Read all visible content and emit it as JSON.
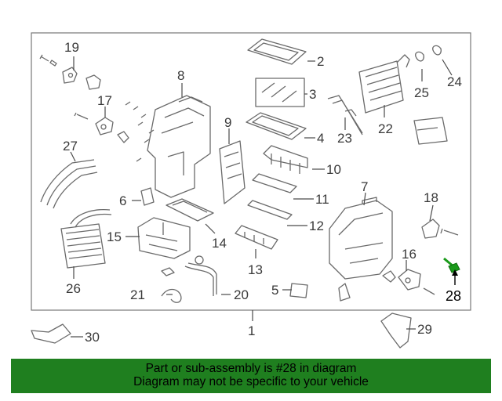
{
  "callouts": {
    "c1": "1",
    "c2": "2",
    "c3": "3",
    "c4": "4",
    "c5": "5",
    "c6": "6",
    "c7": "7",
    "c8": "8",
    "c9": "9",
    "c10": "10",
    "c11": "11",
    "c12": "12",
    "c13": "13",
    "c14": "14",
    "c15": "15",
    "c16": "16",
    "c17": "17",
    "c18": "18",
    "c19": "19",
    "c20": "20",
    "c21": "21",
    "c22": "22",
    "c23": "23",
    "c24": "24",
    "c25": "25",
    "c26": "26",
    "c27": "27",
    "c28": "28",
    "c29": "29",
    "c30": "30"
  },
  "highlight_part": "28",
  "colors": {
    "banner_bg": "#1f7f1f",
    "highlight": "#1a9a1a",
    "line": "#6a6a6a"
  },
  "banner": {
    "line1": "Part or sub-assembly is #28 in diagram",
    "line2": "Diagram may not be specific to your vehicle"
  }
}
